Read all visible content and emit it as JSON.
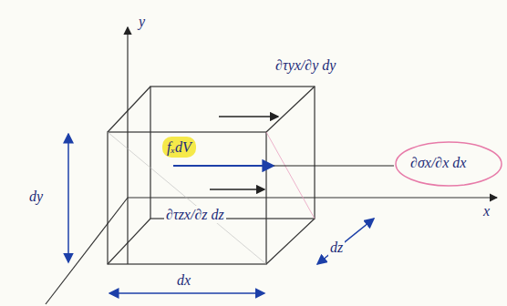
{
  "diagram": {
    "labels": [
      "y",
      "∂τyx/∂y dy",
      "fₓdV",
      "∂σx/∂x dx",
      "∂τzx/∂z dz",
      "dy",
      "dx",
      "dz",
      "x"
    ]
  }
}
